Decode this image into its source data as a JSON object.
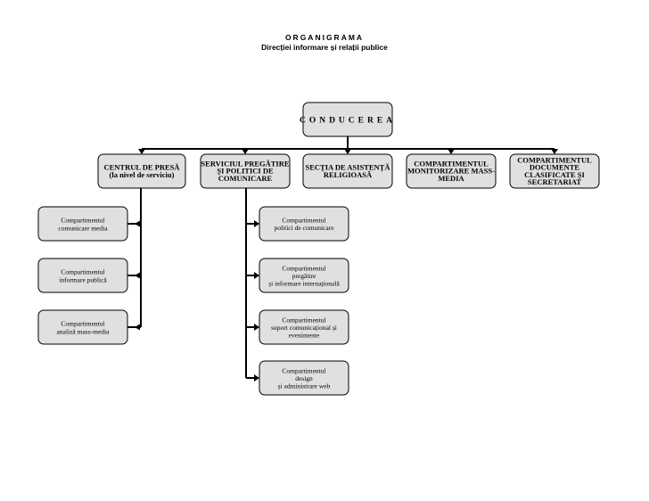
{
  "header": {
    "title": "ORGANIGRAMA",
    "subtitle": "Direcției informare și relații publice"
  },
  "root": {
    "label": "CONDUCEREA"
  },
  "departments": [
    {
      "lines": [
        "CENTRUL DE PRESĂ",
        "(la nivel de serviciu)"
      ],
      "children": [
        {
          "lines": [
            "Compartimentul",
            "comunicare media"
          ]
        },
        {
          "lines": [
            "Compartimentul",
            "informare publică"
          ]
        },
        {
          "lines": [
            "Compartimentul",
            "analiză mass-media"
          ]
        }
      ]
    },
    {
      "lines": [
        "SERVICIUL PREGĂTIRE",
        "ȘI POLITICI DE",
        "COMUNICARE"
      ],
      "children": [
        {
          "lines": [
            "Compartimentul",
            "politici de comunicare"
          ]
        },
        {
          "lines": [
            "Compartimentul",
            "pregătire",
            "și informare internațională"
          ]
        },
        {
          "lines": [
            "Compartimentul",
            "suport comunicațional și",
            "evenimente"
          ]
        },
        {
          "lines": [
            "Compartimentul",
            "design",
            "și administrare web"
          ]
        }
      ]
    },
    {
      "lines": [
        "SECȚIA DE ASISTENȚĂ",
        "RELIGIOASĂ"
      ],
      "children": []
    },
    {
      "lines": [
        "COMPARTIMENTUL",
        "MONITORIZARE MASS-",
        "MEDIA"
      ],
      "children": []
    },
    {
      "lines": [
        "COMPARTIMENTUL",
        "DOCUMENTE",
        "CLASIFICATE  ȘI",
        "SECRETARIAT"
      ],
      "children": []
    }
  ]
}
